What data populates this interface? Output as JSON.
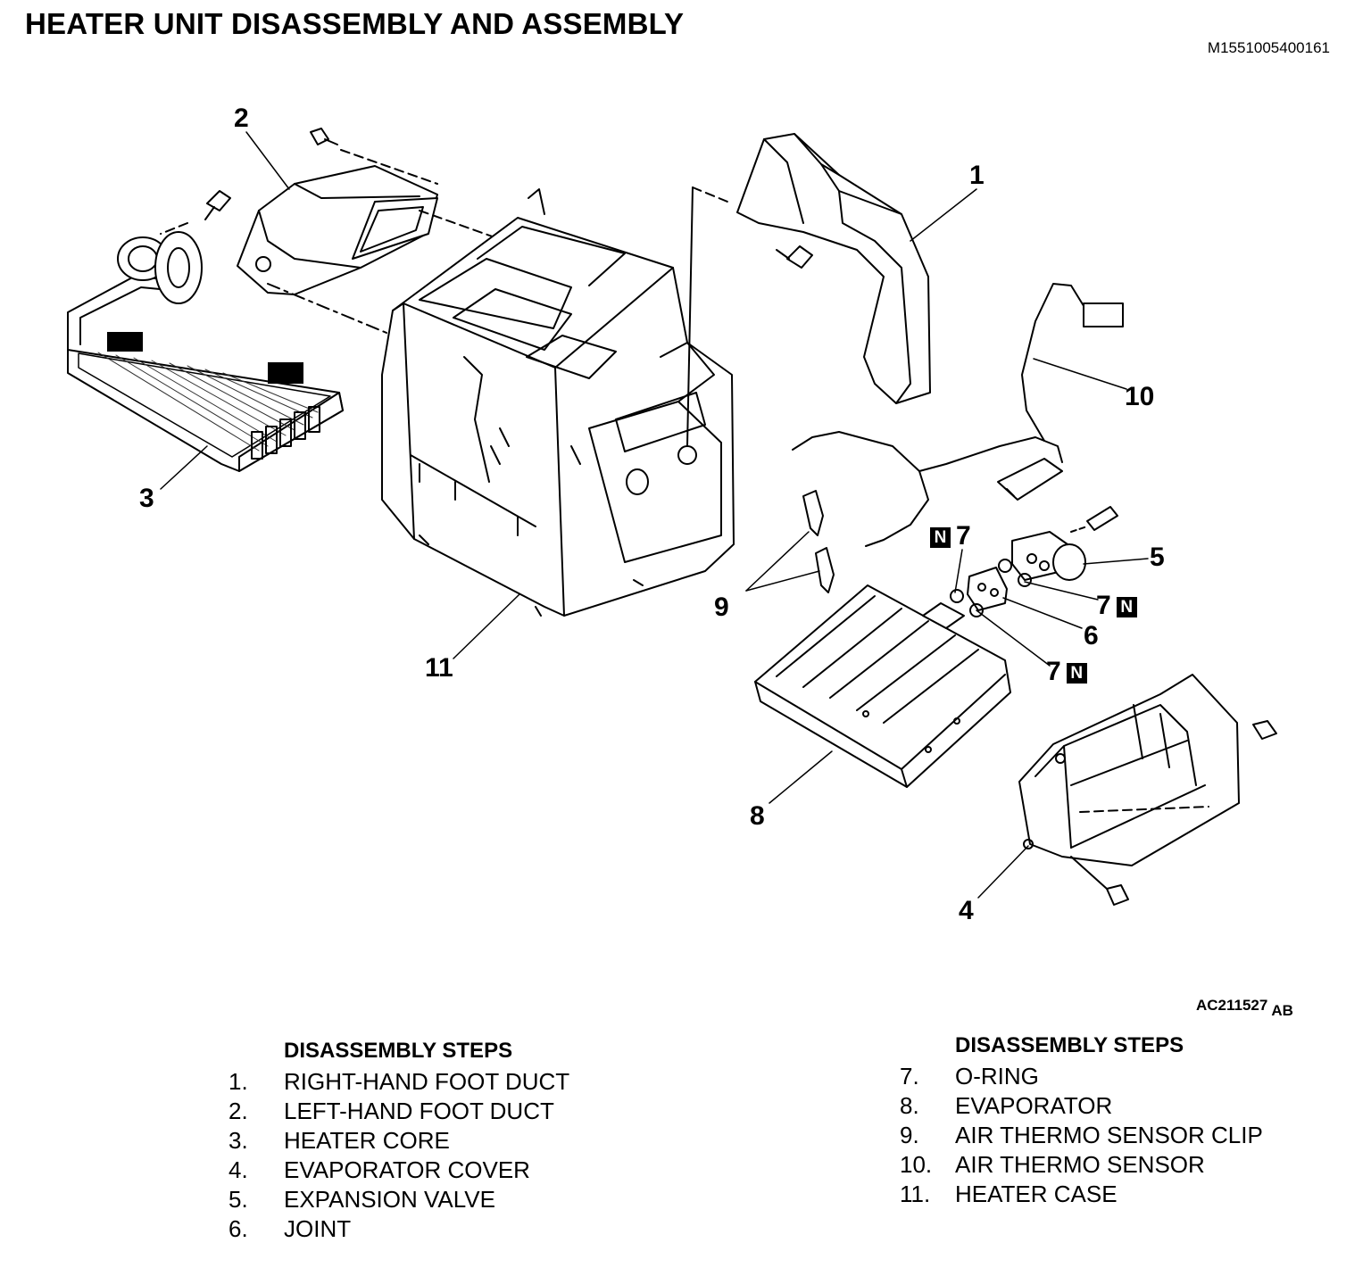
{
  "title": "HEATER UNIT DISASSEMBLY AND ASSEMBLY",
  "doc_id": "M1551005400161",
  "figure_id": "AC211527",
  "figure_suffix": "AB",
  "new_part_mark": "N",
  "callouts": {
    "c1": "1",
    "c2": "2",
    "c3": "3",
    "c4": "4",
    "c5": "5",
    "c6": "6",
    "c7a": "7",
    "c7b": "7",
    "c7c": "7",
    "c8": "8",
    "c9": "9",
    "c10": "10",
    "c11": "11"
  },
  "steps_left": {
    "heading": "DISASSEMBLY STEPS",
    "items": [
      {
        "num": "1.",
        "label": "RIGHT-HAND FOOT DUCT"
      },
      {
        "num": "2.",
        "label": "LEFT-HAND FOOT DUCT"
      },
      {
        "num": "3.",
        "label": "HEATER CORE"
      },
      {
        "num": "4.",
        "label": "EVAPORATOR COVER"
      },
      {
        "num": "5.",
        "label": "EXPANSION VALVE"
      },
      {
        "num": "6.",
        "label": "JOINT"
      }
    ]
  },
  "steps_right": {
    "heading": "DISASSEMBLY STEPS",
    "items": [
      {
        "num": "7.",
        "label": "O-RING"
      },
      {
        "num": "8.",
        "label": "EVAPORATOR"
      },
      {
        "num": "9.",
        "label": "AIR THERMO SENSOR CLIP"
      },
      {
        "num": "10.",
        "label": "AIR THERMO SENSOR"
      },
      {
        "num": "11.",
        "label": "HEATER CASE"
      }
    ]
  }
}
